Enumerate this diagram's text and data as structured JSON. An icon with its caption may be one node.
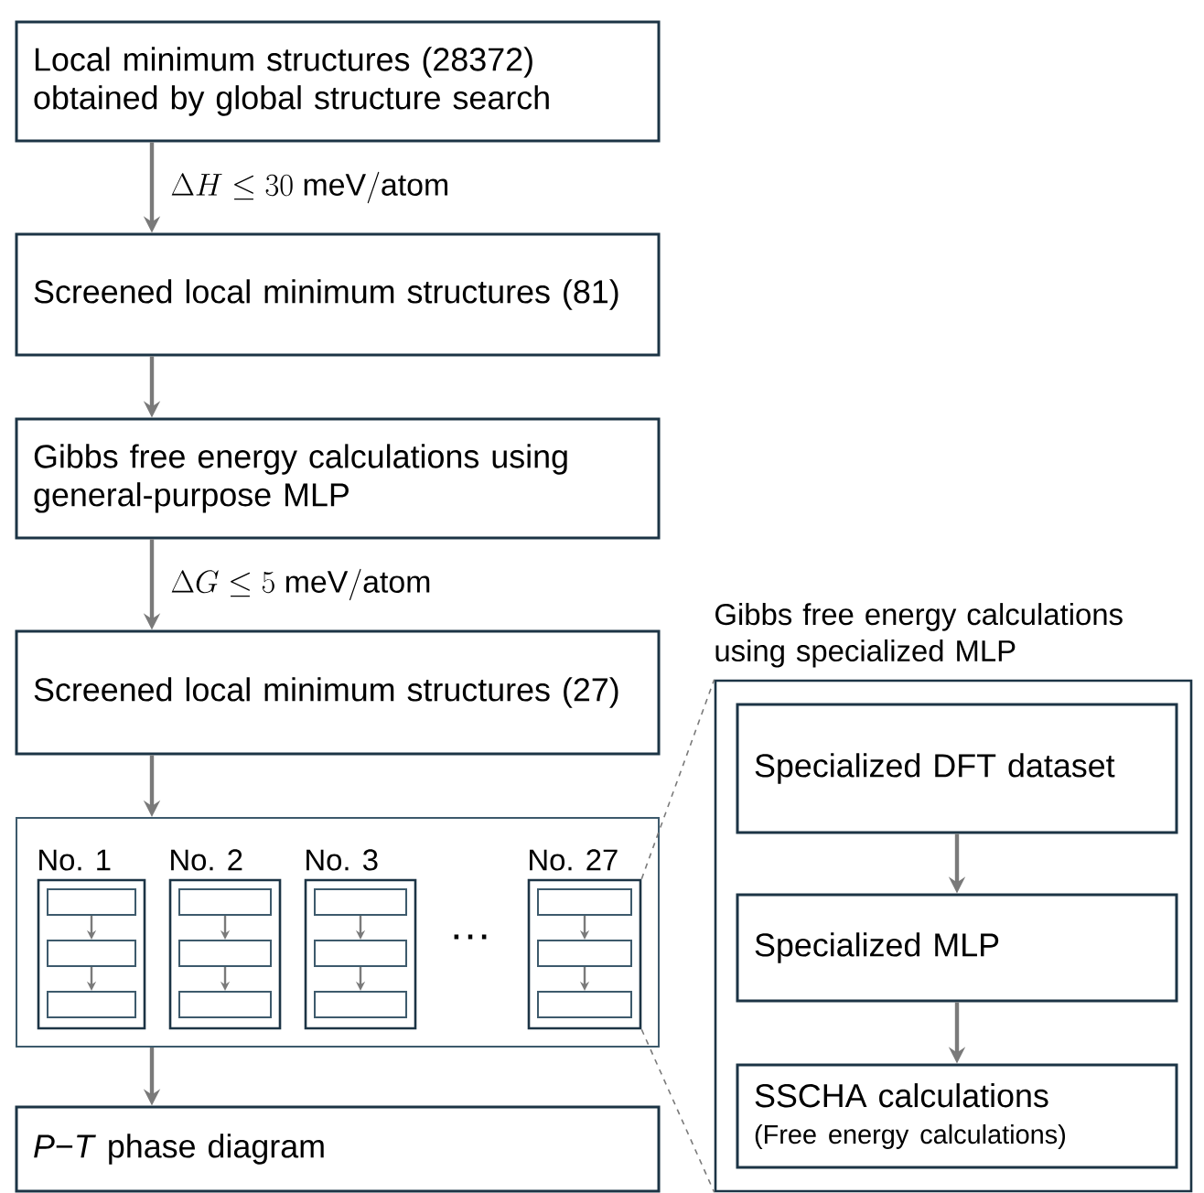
{
  "diagram": {
    "nodes": [
      {
        "text": [
          "Local minimum structures (28372) obtained by global structure search"
        ]
      },
      {
        "text": [
          "Screened local minimum structures (81)"
        ]
      },
      {
        "text": [
          "Gibbs free energy calculations using general-purpose MLP"
        ]
      },
      {
        "text": [
          "Screened local minimum structures (27)"
        ]
      },
      {
        "text": [],
        "shape": "box"
      },
      {
        "text": [
          "No. 1"
        ],
        "in": 4
      },
      {
        "text": [],
        "shape": "box",
        "in": 5
      },
      {
        "text": [],
        "shape": "box",
        "in": 5
      },
      {
        "text": [],
        "shape": "box",
        "in": 5
      },
      {
        "text": [
          "No. 2"
        ],
        "in": 4
      },
      {
        "text": [],
        "shape": "box",
        "in": 9
      },
      {
        "text": [],
        "shape": "box",
        "in": 9
      },
      {
        "text": [],
        "shape": "box",
        "in": 9
      },
      {
        "text": [
          "No. 3"
        ],
        "in": 4
      },
      {
        "text": [],
        "shape": "box",
        "in": 13
      },
      {
        "text": [],
        "shape": "box",
        "in": 13
      },
      {
        "text": [],
        "shape": "box",
        "in": 13
      },
      {
        "text": [
          "No. 27"
        ],
        "in": 4
      },
      {
        "text": [],
        "shape": "box",
        "in": 17
      },
      {
        "text": [],
        "shape": "box",
        "in": 17
      },
      {
        "text": [],
        "shape": "box",
        "in": 17
      },
      {
        "text": [
          "*P*−*T* phase diagram"
        ]
      },
      {
        "text": [
          "Gibbs free energy calculations using specialized MLP"
        ]
      },
      {
        "text": [
          "Specialized DFT dataset"
        ],
        "in": 22
      },
      {
        "text": [
          "Specialized MLP"
        ],
        "in": 22
      },
      {
        "text": [
          "SSCHA calculations",
          "(Free energy calculations)"
        ],
        "in": 22
      }
    ],
    "edges": [
      {
        "from": 0,
        "to": 1,
        "arrow": "to",
        "label": "\\Delta H \\leq 30\\ \\mathrm{meV/atom}"
      },
      {
        "from": 1,
        "to": 2,
        "arrow": "to"
      },
      {
        "from": 2,
        "to": 3,
        "arrow": "to",
        "label": "\\Delta G \\leq 5\\ \\mathrm{meV/atom}"
      },
      {
        "from": 3,
        "to": 4,
        "arrow": "to"
      },
      {
        "from": 6,
        "to": 7,
        "arrow": "to"
      },
      {
        "from": 7,
        "to": 8,
        "arrow": "to"
      },
      {
        "from": 10,
        "to": 11,
        "arrow": "to"
      },
      {
        "from": 11,
        "to": 12,
        "arrow": "to"
      },
      {
        "from": 14,
        "to": 15,
        "arrow": "to"
      },
      {
        "from": 15,
        "to": 16,
        "arrow": "to"
      },
      {
        "from": 18,
        "to": 19,
        "arrow": "to"
      },
      {
        "from": 19,
        "to": 20,
        "arrow": "to"
      },
      {
        "from": 4,
        "to": 21,
        "arrow": "to"
      },
      {
        "from": 23,
        "to": 24,
        "arrow": "to"
      },
      {
        "from": 24,
        "to": 25,
        "arrow": "to"
      },
      {
        "from": 17,
        "to": 22,
        "arrow": "none",
        "style": "dashed"
      },
      {
        "from": 17,
        "to": 22,
        "arrow": "none",
        "style": "dashed"
      }
    ],
    "labels": [
      "…"
    ]
  }
}
